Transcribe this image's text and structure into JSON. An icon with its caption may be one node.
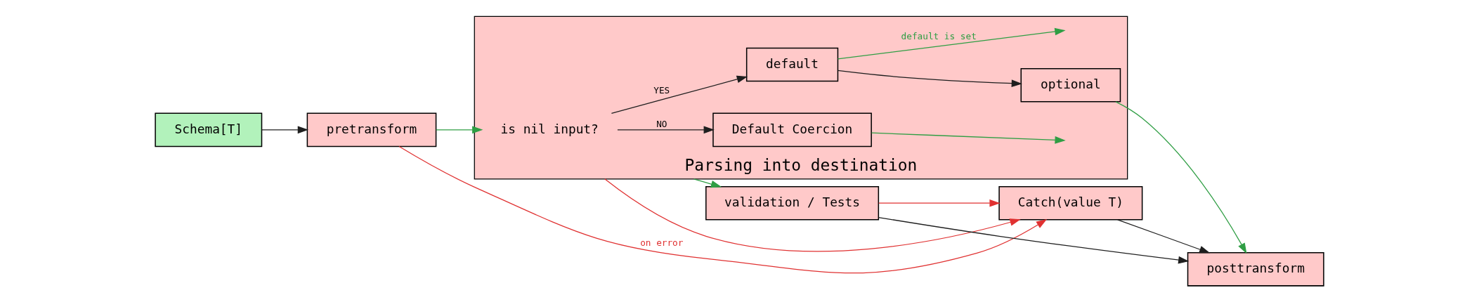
{
  "diagram": {
    "nodes": [
      {
        "text": [
          "Schema[T]"
        ]
      },
      {
        "text": [
          "pretransform"
        ]
      },
      {
        "text": [
          "Parsing into destination"
        ]
      },
      {
        "text": [
          "is nil input?"
        ],
        "in": 2
      },
      {
        "text": [
          "Default Coercion"
        ],
        "in": 2
      },
      {
        "text": [
          "default"
        ],
        "in": 2
      },
      {
        "text": [
          "optional"
        ],
        "in": 2
      },
      {
        "text": [
          "validation / Tests"
        ]
      },
      {
        "text": [
          "Catch(value T)"
        ]
      },
      {
        "text": [
          "posttransform"
        ]
      }
    ],
    "edges": [
      {
        "from": 0,
        "to": 1,
        "arrow": "to"
      },
      {
        "from": 1,
        "to": 3,
        "arrow": "to",
        "color": "#2f9e44"
      },
      {
        "from": 3,
        "to": 4,
        "arrow": "to",
        "label": "NO"
      },
      {
        "from": 3,
        "to": 5,
        "arrow": "to",
        "label": "YES"
      },
      {
        "from": 5,
        "to": 6,
        "arrow": "to"
      },
      {
        "from": 4,
        "to": null,
        "arrow": "to",
        "color": "#2f9e44"
      },
      {
        "from": 5,
        "to": null,
        "arrow": "to",
        "label": "default is set",
        "color": "#2f9e44"
      },
      {
        "from": 2,
        "to": 7,
        "arrow": "to",
        "color": "#2f9e44"
      },
      {
        "from": 6,
        "to": 9,
        "arrow": "to",
        "color": "#2f9e44"
      },
      {
        "from": 1,
        "to": 8,
        "arrow": "to",
        "label": "on error",
        "color": "#e03131"
      },
      {
        "from": 2,
        "to": 8,
        "arrow": "to",
        "color": "#e03131"
      },
      {
        "from": 7,
        "to": 8,
        "arrow": "to",
        "color": "#e03131"
      },
      {
        "from": 8,
        "to": 9,
        "arrow": "to"
      },
      {
        "from": 7,
        "to": 9,
        "arrow": "to"
      }
    ]
  }
}
